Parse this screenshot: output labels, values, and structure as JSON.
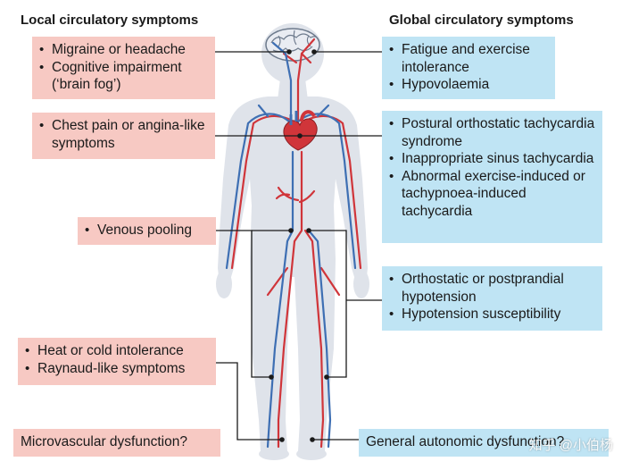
{
  "headings": {
    "local": "Local circulatory symptoms",
    "global": "Global circulatory symptoms"
  },
  "local_boxes": {
    "brain": [
      "Migraine or headache",
      "Cognitive impairment (‘brain fog’)"
    ],
    "chest": [
      "Chest pain or angina-like symptoms"
    ],
    "venous": [
      "Venous pooling"
    ],
    "temperature": [
      "Heat or cold intolerance",
      "Raynaud-like symptoms"
    ],
    "microvascular": "Microvascular dysfunction?"
  },
  "global_boxes": {
    "fatigue": [
      "Fatigue and exercise intolerance",
      "Hypovolaemia"
    ],
    "tachycardia": [
      "Postural orthostatic tachycardia syndrome",
      "Inappropriate sinus tachycardia",
      "Abnormal exercise-induced or tachypnoea-induced tachycardia"
    ],
    "hypotension": [
      "Orthostatic or postprandial hypotension",
      "Hypotension susceptibility"
    ],
    "autonomic": "General autonomic dysfunction?"
  },
  "watermark": "知乎 @小伯杨",
  "colors": {
    "local_box": "#f7c9c3",
    "global_box": "#bfe4f4",
    "body_silhouette": "#dfe3ea",
    "artery": "#d0353a",
    "vein": "#3e6fb3",
    "connector": "#1a1a1a"
  },
  "icons": {
    "body": "human-silhouette-icon",
    "brain": "brain-icon",
    "heart": "heart-icon"
  }
}
